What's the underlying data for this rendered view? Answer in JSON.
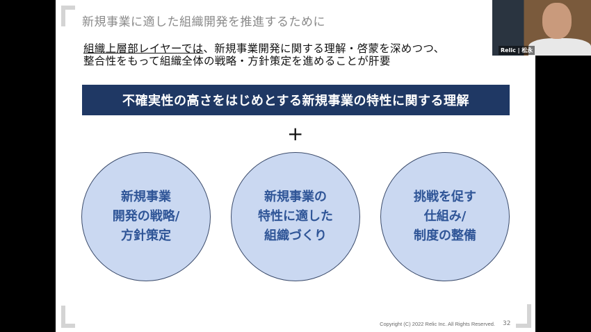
{
  "slide": {
    "title": "新規事業に適した組織開発を推進するために",
    "subtitle_underlined": "組織上層部レイヤーでは",
    "subtitle_line1_rest": "、新規事業開発に関する理解・啓蒙を深めつつ、",
    "subtitle_line2": "整合性をもって組織全体の戦略・方針策定を進めることが肝要",
    "banner": "不確実性の高さをはじめとする新規事業の特性に関する理解",
    "plus": "+",
    "circles": [
      {
        "lines": [
          "新規事業",
          "開発の戦略/",
          "方針策定"
        ]
      },
      {
        "lines": [
          "新規事業の",
          "特性に適した",
          "組織づくり"
        ]
      },
      {
        "lines": [
          "挑戦を促す",
          "仕組み/",
          "制度の整備"
        ]
      }
    ],
    "copyright": "Copyright (C) 2022 Relic Inc. All Rights Reserved.",
    "page_number": "32"
  },
  "video": {
    "participant_label": "Relic | 松永"
  },
  "colors": {
    "banner": "#1f3864",
    "circle_fill": "#cad8f1",
    "circle_text": "#2f5597"
  }
}
